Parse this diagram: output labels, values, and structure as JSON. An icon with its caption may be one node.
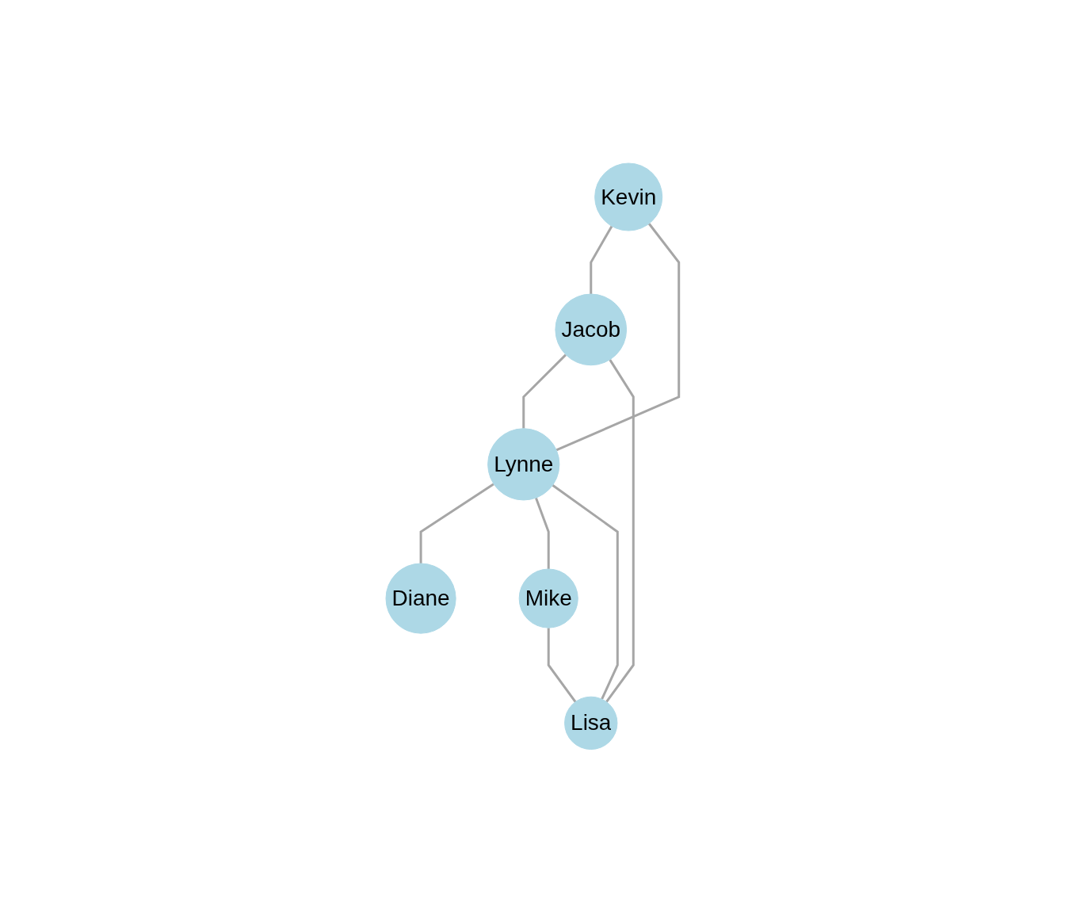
{
  "diagram": {
    "nodes": [
      {
        "text": [
          "Kevin"
        ]
      },
      {
        "text": [
          "Jacob"
        ]
      },
      {
        "text": [
          "Lynne"
        ]
      },
      {
        "text": [
          "Diane"
        ]
      },
      {
        "text": [
          "Mike"
        ]
      },
      {
        "text": [
          "Lisa"
        ]
      }
    ],
    "edges": [
      {
        "from": 0,
        "to": 1,
        "arrow": "none"
      },
      {
        "from": 0,
        "to": 2,
        "arrow": "none"
      },
      {
        "from": 1,
        "to": 2,
        "arrow": "none"
      },
      {
        "from": 1,
        "to": 5,
        "arrow": "none"
      },
      {
        "from": 2,
        "to": 3,
        "arrow": "none"
      },
      {
        "from": 2,
        "to": 4,
        "arrow": "none"
      },
      {
        "from": 2,
        "to": 5,
        "arrow": "none"
      },
      {
        "from": 4,
        "to": 5,
        "arrow": "none"
      }
    ]
  }
}
